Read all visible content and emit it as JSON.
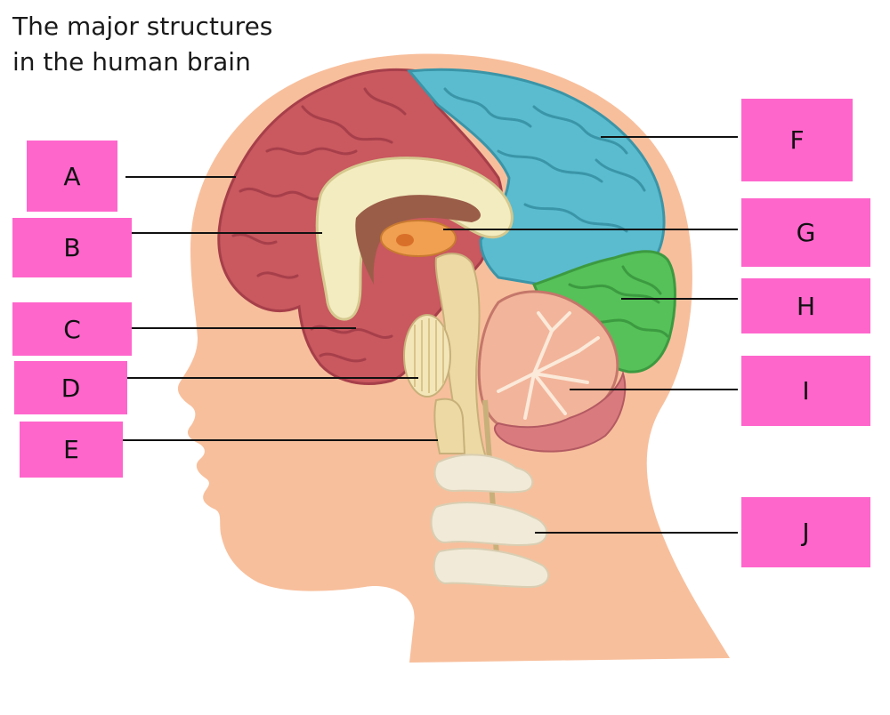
{
  "title": {
    "line1": "The major structures",
    "line2": "in the human brain"
  },
  "labels": [
    {
      "id": "A",
      "text": "A"
    },
    {
      "id": "B",
      "text": "B"
    },
    {
      "id": "C",
      "text": "C"
    },
    {
      "id": "D",
      "text": "D"
    },
    {
      "id": "E",
      "text": "E"
    },
    {
      "id": "F",
      "text": "F"
    },
    {
      "id": "G",
      "text": "G"
    },
    {
      "id": "H",
      "text": "H"
    },
    {
      "id": "I",
      "text": "I"
    },
    {
      "id": "J",
      "text": "J"
    }
  ],
  "colors": {
    "label_box": "#ff66cc",
    "skin": "#f8bf9c",
    "cerebrum_red": "#c9585f",
    "parietal_blue": "#5bbccf",
    "occipital_green": "#55c158",
    "cerebellum": "#f2b49a",
    "corpus_callosum": "#f3ecc0",
    "thalamus": "#f0a050",
    "brainstem": "#ecd9a4",
    "vertebrae": "#f1ead8"
  }
}
